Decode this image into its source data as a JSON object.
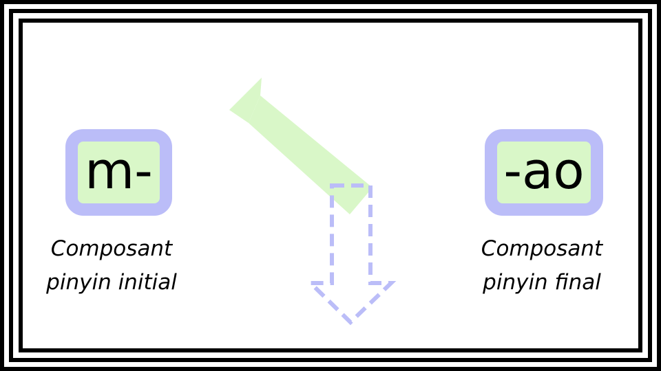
{
  "initial": {
    "text": "m-",
    "caption_line1": "Composant",
    "caption_line2": "pinyin initial"
  },
  "final": {
    "text": "-ao",
    "caption_line1": "Composant",
    "caption_line2": "pinyin final"
  },
  "colors": {
    "background": "#ffffff",
    "frame": "#000000",
    "box_border": "#bbbdf8",
    "box_fill": "#d9f7c8",
    "green_arrow": "#d9f7c8",
    "dashed_arrow": "#bbbdf8",
    "text": "#000000"
  },
  "icons": {
    "diagonal_arrow": "arrow-up-left-icon",
    "down_arrow": "dashed-arrow-down-icon"
  }
}
